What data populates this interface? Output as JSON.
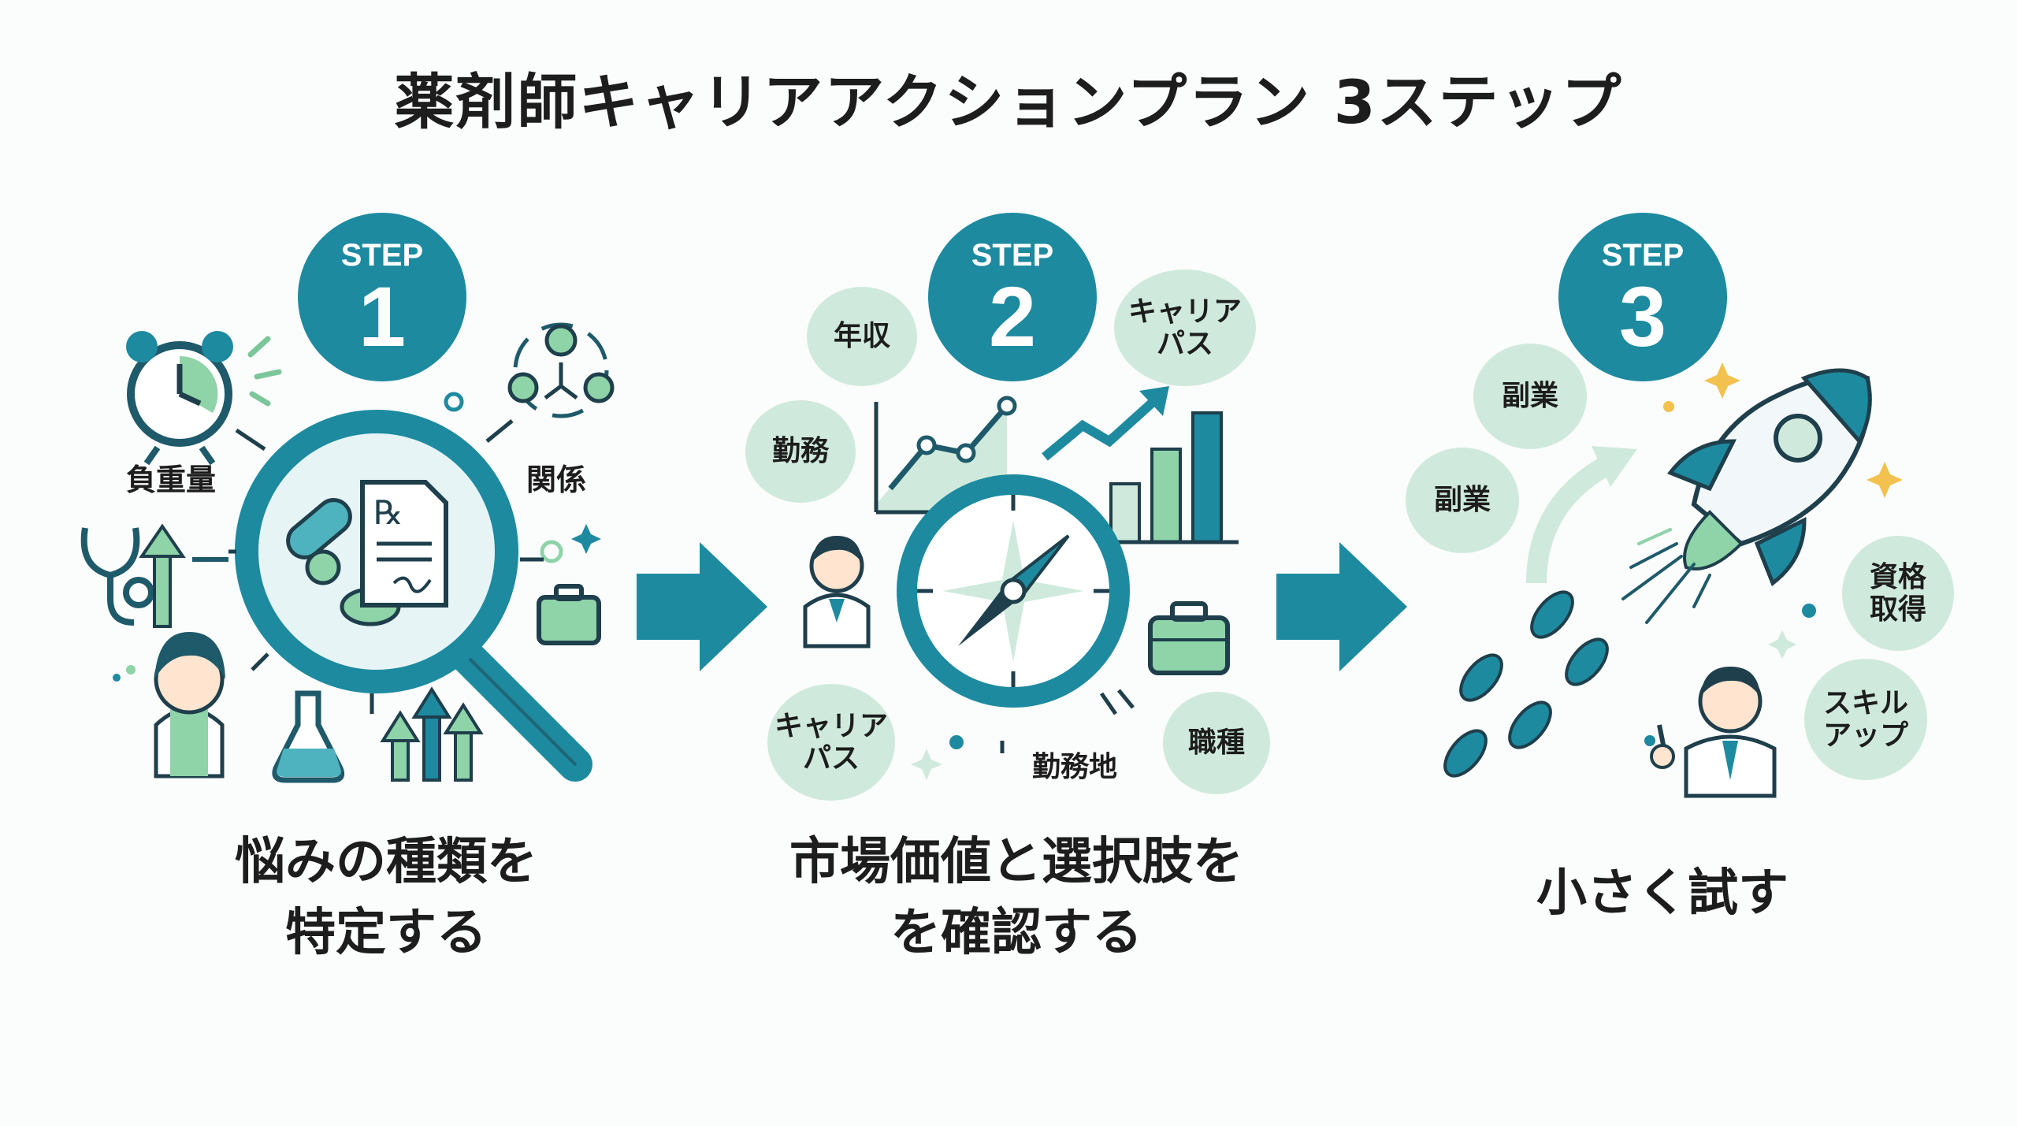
{
  "title": "薬剤師キャリアアクションプラン 3ステップ",
  "colors": {
    "primary": "#1d8aa0",
    "light_green": "#cfeadc",
    "mid_green": "#8fd3a8",
    "dark": "#1e3f4b"
  },
  "steps": [
    {
      "step_word": "STEP",
      "step_number": "1",
      "labels": [
        "負重量",
        "関係"
      ],
      "caption_lines": [
        "悩みの種類を",
        "特定する"
      ],
      "icons": [
        "alarm-clock-icon",
        "stethoscope-icon",
        "up-arrow-icon",
        "pharmacist-woman-icon",
        "flask-icon",
        "bar-arrows-icon",
        "magnifier-icon",
        "pills-icon",
        "prescription-rx-icon",
        "team-network-icon",
        "briefcase-icon",
        "sparkle-icon"
      ]
    },
    {
      "step_word": "STEP",
      "step_number": "2",
      "bubbles": [
        "年収",
        "勤務",
        "キャリアパス",
        "職種"
      ],
      "career_bubble_top": [
        "キャリア",
        "パス"
      ],
      "career_bubble_bottom": [
        "キャリア",
        "パス"
      ],
      "labels": [
        "勤務地"
      ],
      "caption_lines": [
        "市場価値と選択肢を",
        "を確認する"
      ],
      "icons": [
        "line-chart-icon",
        "trend-arrow-icon",
        "bar-chart-icon",
        "compass-icon",
        "pharmacist-man-icon",
        "briefcase-icon",
        "sparkle-icon"
      ]
    },
    {
      "step_word": "STEP",
      "step_number": "3",
      "bubbles": [
        "副業",
        "副業",
        "資格取得",
        "スキルアップ"
      ],
      "license_bubble": [
        "資格",
        "取得"
      ],
      "skill_bubble": [
        "スキル",
        "アップ"
      ],
      "caption_lines": [
        "小さく試す"
      ],
      "icons": [
        "rocket-icon",
        "footprints-icon",
        "curved-arrow-icon",
        "pharmacist-man-pointing-icon",
        "sparkle-icon"
      ]
    }
  ]
}
